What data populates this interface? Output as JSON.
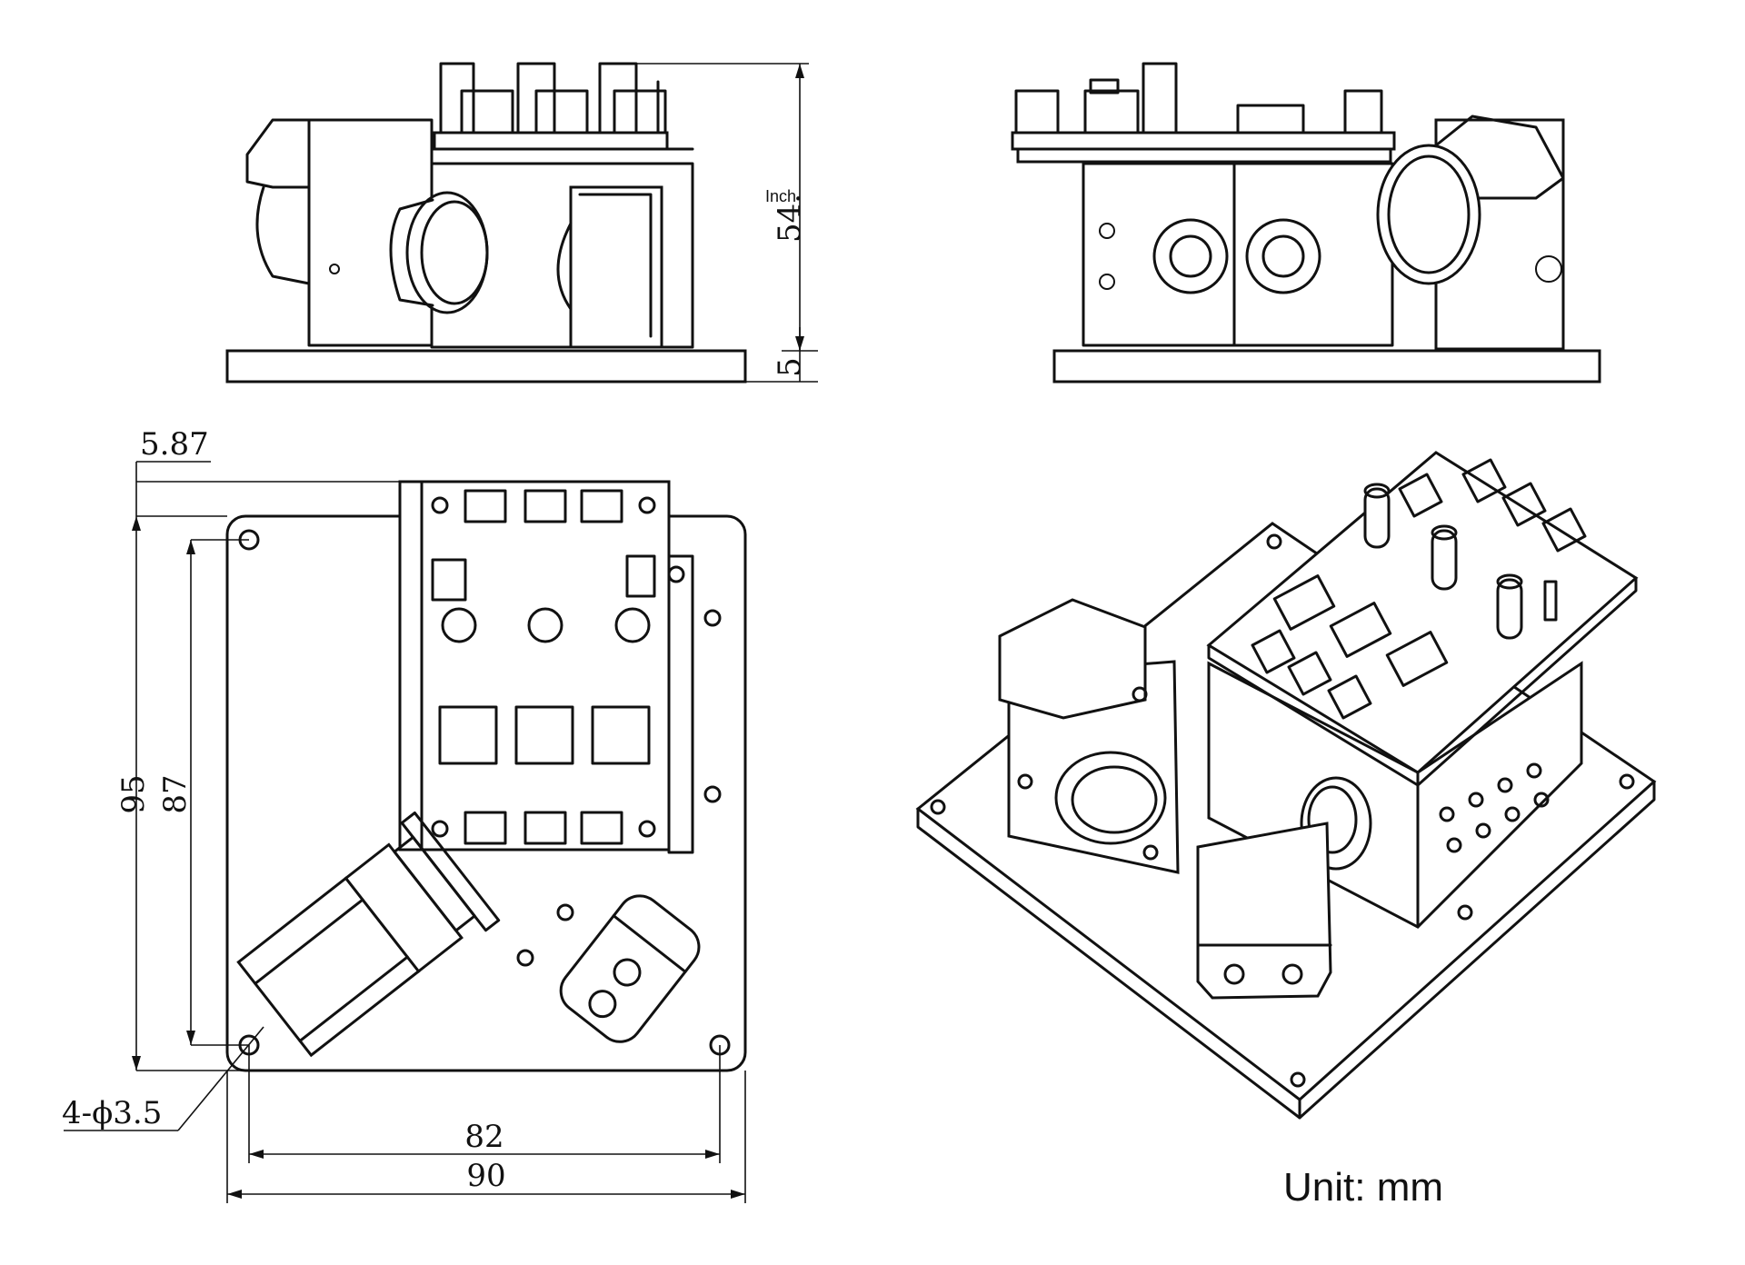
{
  "unit_label": "Unit: mm",
  "dimensions": {
    "height_side": "54.",
    "height_unit_note": "Inch",
    "base_thickness": "5",
    "offset_top": "5.87",
    "height_total": "95",
    "height_holes": "87",
    "width_holes": "82",
    "width_total": "90",
    "hole_spec": "4-ϕ3.5"
  },
  "views": [
    "side-view-left",
    "side-view-right",
    "top-view",
    "isometric-view"
  ]
}
